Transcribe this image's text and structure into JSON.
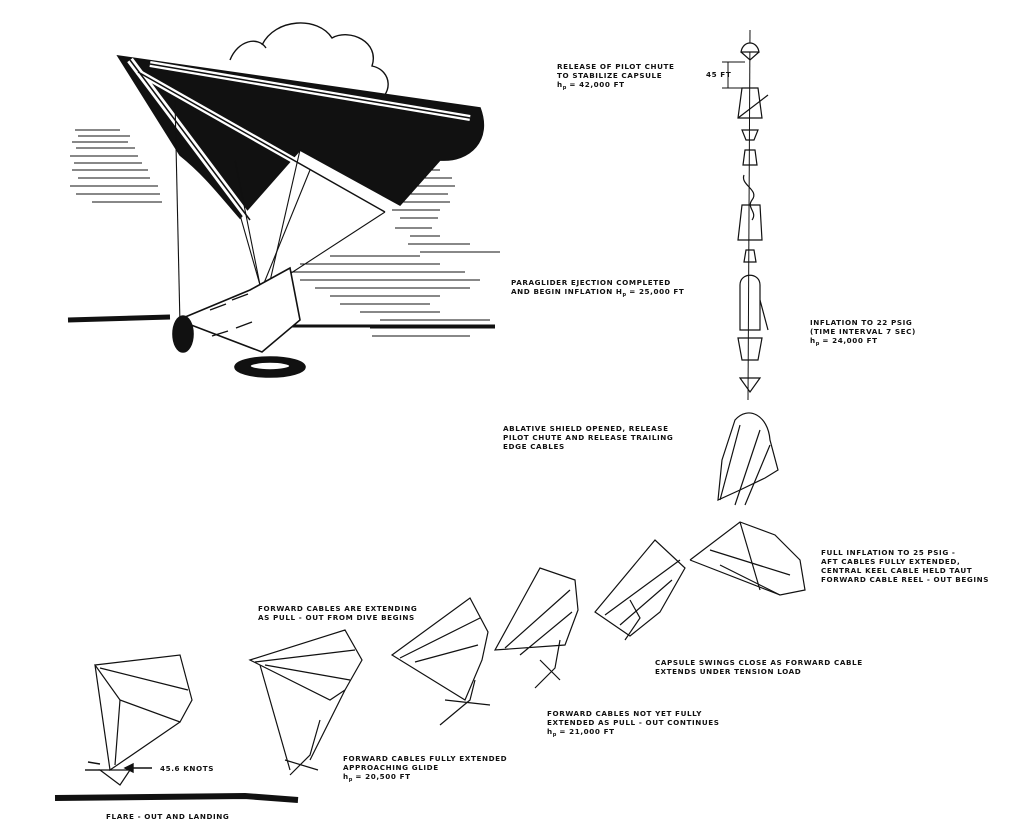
{
  "annotations": {
    "pilot_chute": {
      "line1": "RELEASE OF PILOT CHUTE",
      "line2": "TO STABILIZE CAPSULE",
      "alt_symbol": "h",
      "alt_sub": "p",
      "alt_value": "= 42,000 FT"
    },
    "distance_marker": "45 FT",
    "ejection": {
      "line1": "PARAGLIDER EJECTION COMPLETED",
      "line2_prefix": "AND BEGIN INFLATION h",
      "alt_sub": "p",
      "alt_value": "= 25,000 FT"
    },
    "inflation_22": {
      "line1": "INFLATION TO 22 PSIG",
      "line2": "(TIME INTERVAL 7 SEC)",
      "alt_symbol": "h",
      "alt_sub": "p",
      "alt_value": "= 24,000 FT"
    },
    "ablative": {
      "line1": "ABLATIVE SHIELD OPENED, RELEASE",
      "line2": "PILOT CHUTE AND RELEASE TRAILING",
      "line3": "EDGE CABLES"
    },
    "full_inflation": {
      "line1": "FULL INFLATION TO 25 PSIG -",
      "line2": "AFT CABLES FULLY EXTENDED,",
      "line3": "CENTRAL KEEL CABLE HELD TAUT",
      "line4": "FORWARD CABLE REEL - OUT BEGINS"
    },
    "forward_extending": {
      "line1": "FORWARD CABLES ARE EXTENDING",
      "line2": "AS PULL - OUT FROM DIVE BEGINS"
    },
    "capsule_swings": {
      "line1": "CAPSULE SWINGS CLOSE AS FORWARD CABLE",
      "line2": "EXTENDS UNDER TENSION LOAD"
    },
    "not_yet_extended": {
      "line1": "FORWARD CABLES NOT YET FULLY",
      "line2": "EXTENDED AS PULL - OUT CONTINUES",
      "alt_symbol": "h",
      "alt_sub": "p",
      "alt_value": "= 21,000 FT"
    },
    "approaching_glide": {
      "line1": "FORWARD CABLES FULLY EXTENDED",
      "line2": "APPROACHING GLIDE",
      "alt_symbol": "h",
      "alt_sub": "p",
      "alt_value": "= 20,500 FT"
    },
    "speed": "45.6 KNOTS",
    "landing": "FLARE - OUT AND LANDING"
  },
  "colors": {
    "ink": "#111111",
    "paper": "#ffffff"
  }
}
